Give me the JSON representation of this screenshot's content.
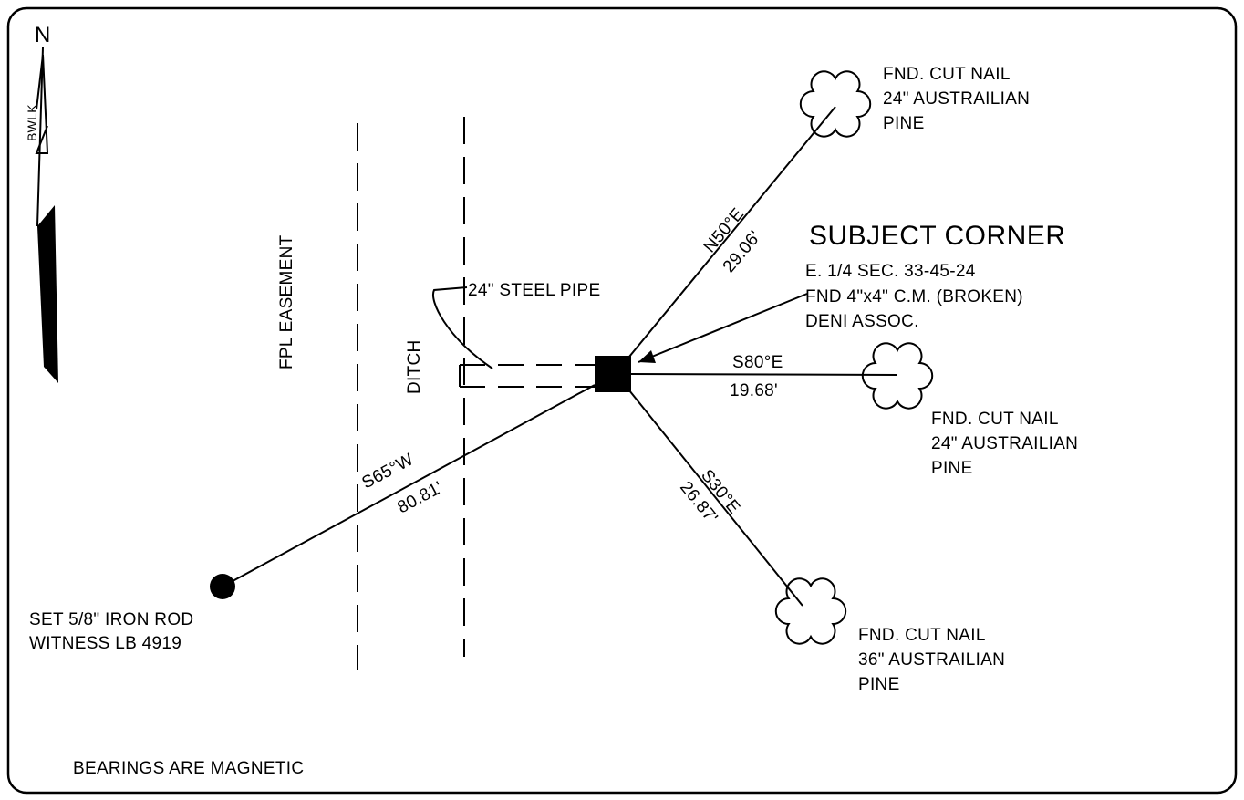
{
  "north": {
    "letter": "N",
    "arrow_label": "BWLK"
  },
  "subject": {
    "title": "SUBJECT CORNER",
    "line1": "E. 1/4 SEC. 33-45-24",
    "line2": "FND 4\"x4\" C.M. (BROKEN)",
    "line3": "DENI ASSOC."
  },
  "lines": {
    "ne": {
      "bearing": "N50°E",
      "distance": "29.06'"
    },
    "e": {
      "bearing": "S80°E",
      "distance": "19.68'"
    },
    "se": {
      "bearing": "S30°E",
      "distance": "26.87'"
    },
    "sw": {
      "bearing": "S65°W",
      "distance": "80.81'"
    }
  },
  "trees": {
    "ne": {
      "line1": "FND. CUT NAIL",
      "line2": "24\" AUSTRAILIAN",
      "line3": "PINE"
    },
    "e": {
      "line1": "FND. CUT NAIL",
      "line2": "24\" AUSTRAILIAN",
      "line3": "PINE"
    },
    "se": {
      "line1": "FND. CUT NAIL",
      "line2": "36\" AUSTRAILIAN",
      "line3": "PINE"
    }
  },
  "iron_rod": {
    "line1": "SET 5/8\" IRON ROD",
    "line2": "WITNESS LB 4919"
  },
  "features": {
    "pipe": "24\" STEEL PIPE",
    "easement": "FPL EASEMENT",
    "ditch": "DITCH"
  },
  "note": "BEARINGS ARE MAGNETIC"
}
